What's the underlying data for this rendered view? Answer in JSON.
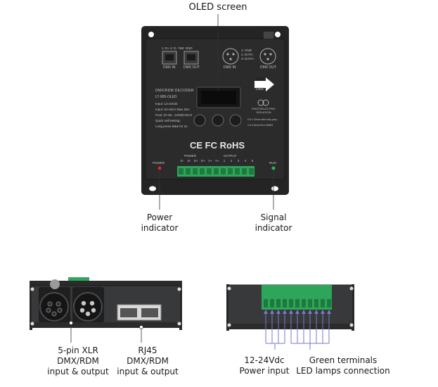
{
  "callouts": {
    "oled": "OLED screen",
    "power_indicator": [
      "Power",
      "indicator"
    ],
    "signal_indicator": [
      "Signal",
      "indicator"
    ],
    "xlr": [
      "5-pin XLR",
      "DMX/RDM",
      "input & output"
    ],
    "rj45": [
      "RJ45",
      "DMX/RDM",
      "input & output"
    ],
    "power_input": [
      "12-24Vdc",
      "Power input"
    ],
    "terminals": [
      "Green terminals",
      "LED lamps connection"
    ]
  },
  "device": {
    "rj45_pinout": "1: D+  2: D-  7&8: GND",
    "dmx_in": "DMX IN",
    "dmx_out": "DMX OUT",
    "xlr_pinout": [
      "1: GND",
      "2: DATA-",
      "3: DATA+"
    ],
    "model_title": "DMX/RDM DECODER",
    "model": "LT-905-OLED",
    "specs": [
      "Input: 12-24Vdc",
      "Input:  5A×5CH  Max.25A",
      "Pout: (0~60...120W)×5CH",
      "Quick self-testing:",
      "Long press M&● for 2s"
    ],
    "rdm_dmx": [
      "RDM",
      "DMX"
    ],
    "photo_isolation": [
      "PHOTOELECTRIC",
      "ISOLATION"
    ],
    "wire_spec": [
      "0.5~1.5mm² wire strip prep.",
      "1.5-2.5mm²/16-12AWG"
    ],
    "cert": "CE FC RoHS",
    "power_group": "POWER",
    "output_group": "OUTPUT",
    "terminal_labels": [
      "D-",
      "D-",
      "D+",
      "D+",
      "V+",
      "V+",
      "1",
      "2",
      "3",
      "4",
      "5"
    ],
    "power_led_label": "POWER",
    "run_led_label": "RUN"
  },
  "colors": {
    "body": "#2b2b2c",
    "terminal_green": "#2fa55a",
    "power_led": "#d8282a",
    "run_led": "#2fb54a",
    "arrow_line": "#7a7ac8"
  }
}
